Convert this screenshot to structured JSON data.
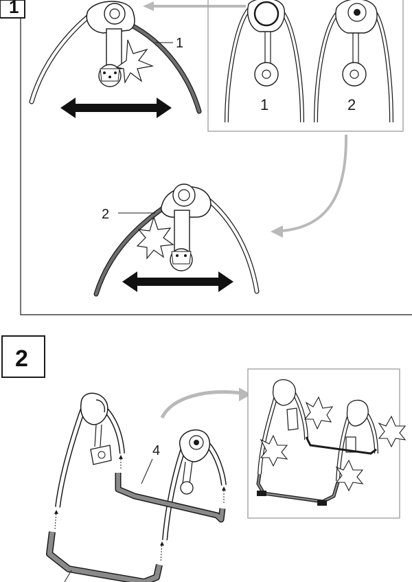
{
  "steps": [
    {
      "number": "1",
      "labels": {
        "arm_callout": "1",
        "arm_callout_lower": "2",
        "variant_1": "1",
        "variant_2": "2"
      }
    },
    {
      "number": "2",
      "labels": {
        "rear_bar": "4"
      }
    }
  ],
  "colors": {
    "line": "#1a1a1a",
    "dark_tube": "#6e6e6e",
    "arrow_gray": "#b9b9b9",
    "inset_border": "#a9a9a9",
    "base_fill": "#8a8a8a"
  }
}
